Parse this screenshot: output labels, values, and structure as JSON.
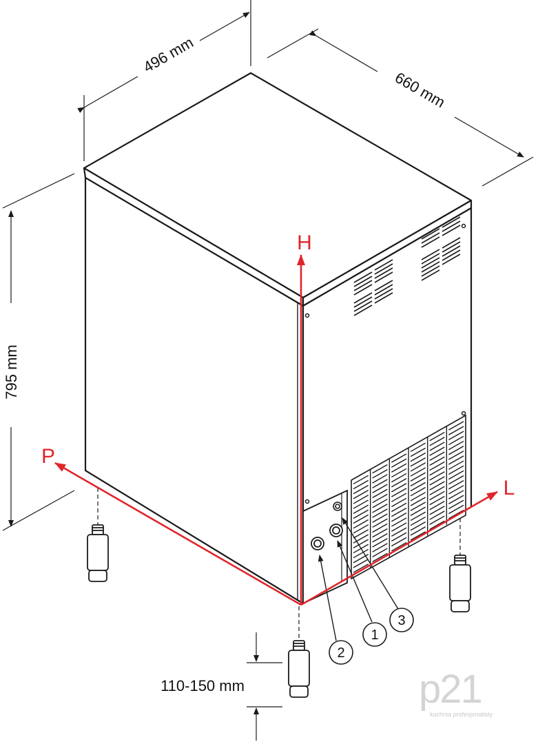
{
  "dimensions": {
    "width": "496 mm",
    "depth": "660 mm",
    "height": "795 mm",
    "leg_height": "110-150 mm"
  },
  "axes": {
    "height_axis": "H",
    "depth_axis": "P",
    "width_axis": "L"
  },
  "connections": [
    {
      "number": "1"
    },
    {
      "number": "2"
    },
    {
      "number": "3"
    }
  ],
  "logo": {
    "mark": "p21",
    "tagline": "kuchnia profesjonalisty"
  },
  "colors": {
    "lines": "#1a1a1a",
    "axis_red": "#e0252b",
    "logo_gray": "#d0d0d0"
  }
}
